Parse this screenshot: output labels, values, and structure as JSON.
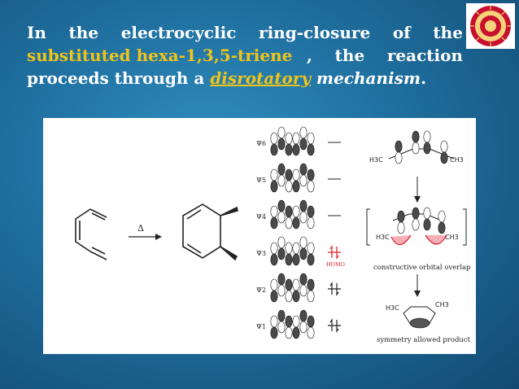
{
  "title": {
    "line1": [
      "In",
      "the",
      "electrocyclic",
      "ring-closure",
      "of",
      "the"
    ],
    "line2_highlight": "substituted hexa-1,3,5-triene",
    "line2_rest": [
      "the",
      "reaction"
    ],
    "line3_a": "proceeds through a ",
    "line3_highlight": "disrotatory",
    "line3_b": " mechanism",
    "line3_end": "."
  },
  "logo": {
    "name": "university-seal"
  },
  "figure": {
    "arrow_label": "Δ",
    "mo_labels": [
      "Ψ6",
      "Ψ5",
      "Ψ4",
      "Ψ3",
      "Ψ2",
      "Ψ1"
    ],
    "homo_label": "HOMO",
    "ch3_left": "H3C",
    "ch3_right": "CH3",
    "overlap_caption": "constructive orbital overlap",
    "product_caption": "symmetry allowed product",
    "colors": {
      "overlap": "#e0202a",
      "lobe": "#444444",
      "title_highlight": "#f0c419"
    }
  }
}
